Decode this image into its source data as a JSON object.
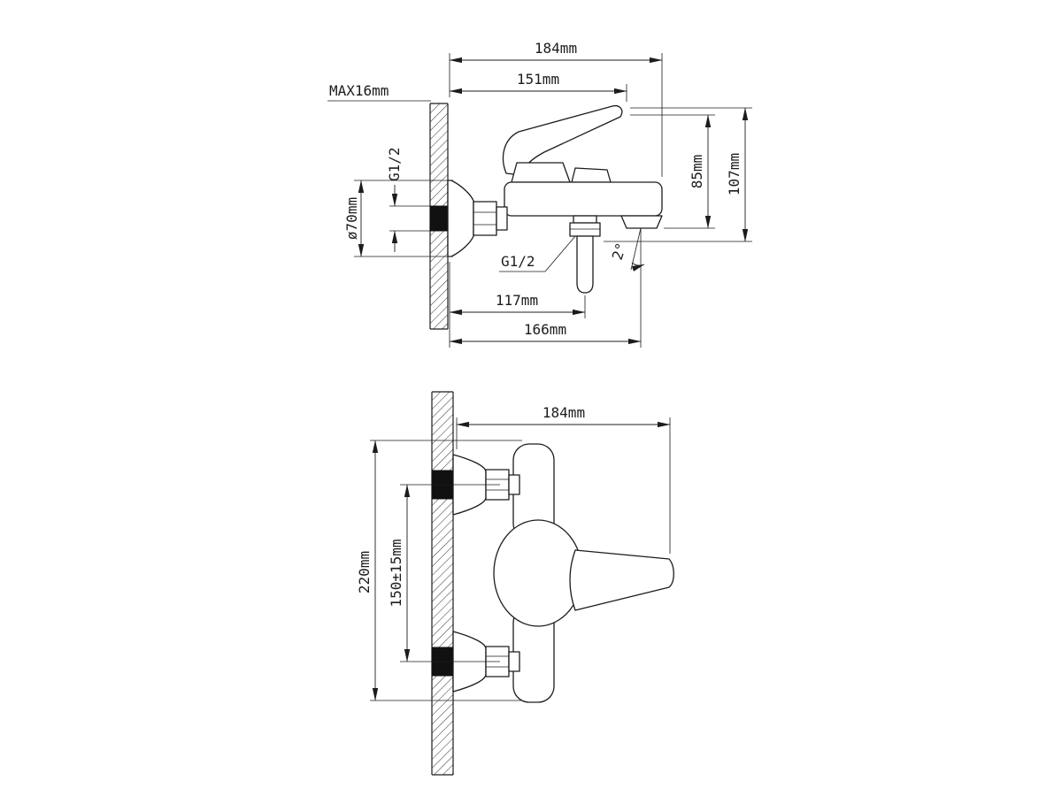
{
  "drawing": {
    "background": "#ffffff",
    "line_color": "#1c1c1c",
    "top_view": {
      "dims": {
        "overall_depth": "184mm",
        "handle_depth": "151mm",
        "wall_max": "MAX16mm",
        "inlet_thread": "G1/2",
        "escutcheon_dia": "ø70mm",
        "spout_height": "85mm",
        "overall_height": "107mm",
        "hose_thread": "G1/2",
        "spout_angle": "2°",
        "hose_offset": "117mm",
        "spout_reach": "166mm"
      }
    },
    "front_view": {
      "dims": {
        "overall_width": "184mm",
        "body_height": "220mm",
        "inlet_spacing": "150±15mm"
      }
    }
  }
}
